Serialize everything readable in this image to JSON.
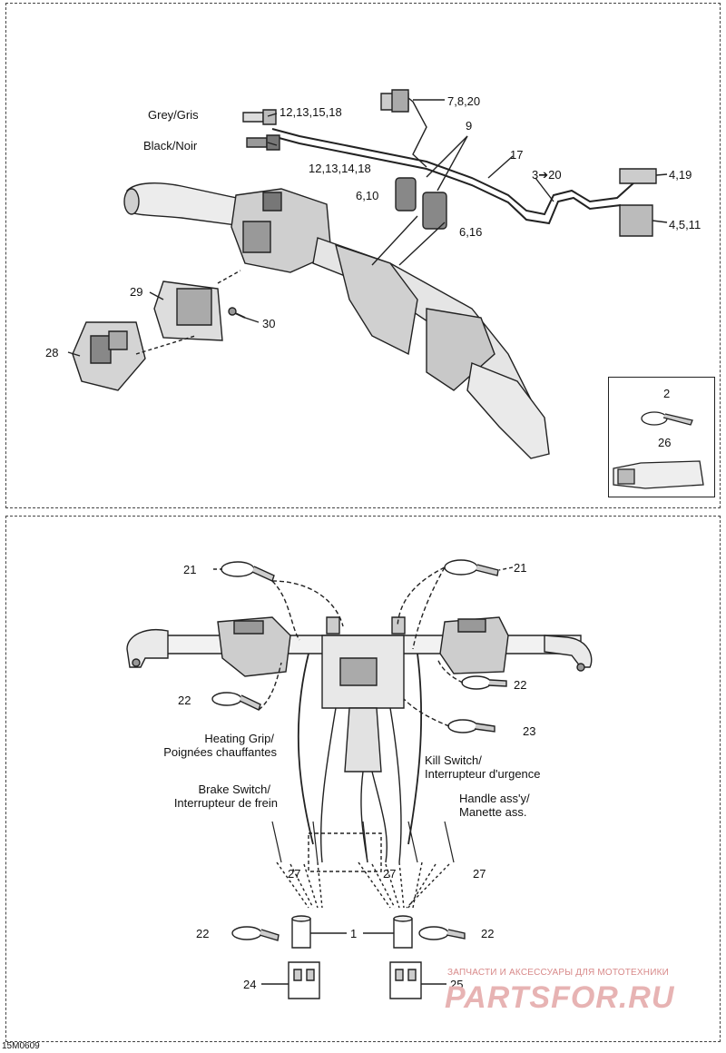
{
  "callouts_top": {
    "grey_gris": "Grey/Gris",
    "black_noir": "Black/Noir",
    "c12_13_15_18": "12,13,15,18",
    "c12_13_14_18": "12,13,14,18",
    "c7_8_20": "7,8,20",
    "c9": "9",
    "c17": "17",
    "c3_20": "3➔20",
    "c4_19": "4,19",
    "c4_5_11": "4,5,11",
    "c6_10": "6,10",
    "c6_16": "6,16",
    "c29": "29",
    "c30": "30",
    "c28": "28",
    "c2": "2",
    "c26": "26"
  },
  "callouts_bottom": {
    "c21_left": "21",
    "c21_right": "21",
    "c22_left_upper": "22",
    "c22_right_upper": "22",
    "c23": "23",
    "heating_grip": "Heating Grip/",
    "heating_grip_fr": "Poignées chauffantes",
    "kill_switch": "Kill Switch/",
    "kill_switch_fr": "Interrupteur d'urgence",
    "brake_switch": "Brake Switch/",
    "brake_switch_fr": "Interrupteur de frein",
    "handle_assy": "Handle ass'y/",
    "handle_assy_fr": "Manette ass.",
    "c27_left": "27",
    "c27_mid": "27",
    "c27_right": "27",
    "c22_left_lower": "22",
    "c1": "1",
    "c22_right_lower": "22",
    "c24": "24",
    "c25": "25"
  },
  "footer": {
    "drawing_ref": "15M0609",
    "watermark_small": "ЗАПЧАСТИ И АКСЕССУАРЫ ДЛЯ МОТОТЕХНИКИ",
    "watermark_large": "PARTSFOR.RU"
  }
}
